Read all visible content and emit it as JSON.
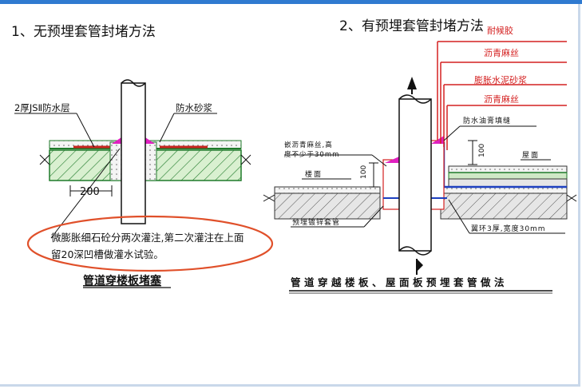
{
  "slide": {
    "heading_left": "1、无预埋套管封堵方法",
    "heading_right": "2、有预埋套管封堵方法"
  },
  "left_diagram": {
    "label_membrane": "2厚JSⅡ防水层",
    "label_mortar": "防水砂浆",
    "dimension": "200",
    "note_line1": "微膨胀细石砼分两次灌注,第二次灌注在上面",
    "note_line2": "留20深凹槽做灌水试验。",
    "caption": "管道穿楼板堵塞"
  },
  "right_diagram": {
    "callout_1": "耐候胶",
    "callout_2": "沥青麻丝",
    "callout_3": "膨胀水泥砂浆",
    "callout_4": "沥青麻丝",
    "label_sealant": "防水油膏填缝",
    "label_asphalt_1": "嵌沥青麻丝,高",
    "label_asphalt_2": "度不少于30mm",
    "label_floor": "楼面",
    "label_roof": "屋面",
    "label_sleeve": "预埋镀锌套管",
    "label_ring": "翼环3厚,宽度30mm",
    "dim_100_left": "100",
    "dim_100_right": "100",
    "caption": "管道穿越楼板、屋面板预埋套管做法"
  },
  "colors": {
    "accent_blue": "#2f7ad0",
    "callout_red": "#d42020",
    "highlight_ellipse": "#e0502a",
    "slab_green": "#1f7a2a",
    "magenta_seal": "#e020c0"
  }
}
